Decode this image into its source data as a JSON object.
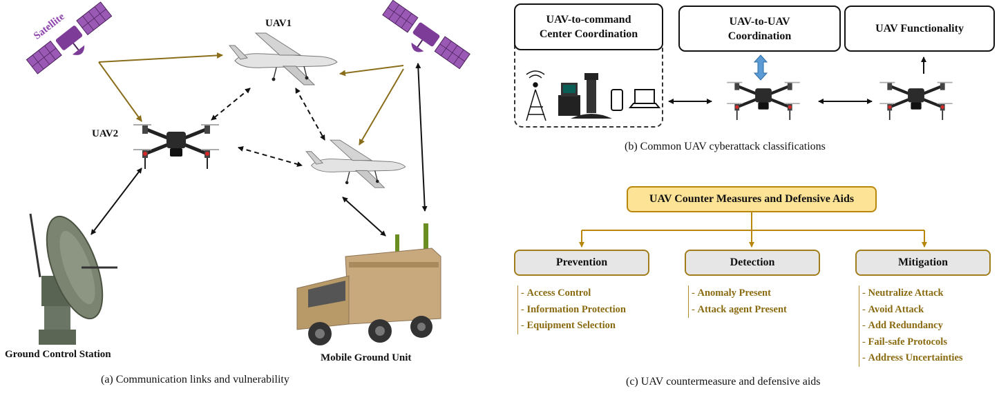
{
  "panel_a": {
    "satellite_label": "Satellite",
    "uav1_label": "UAV1",
    "uav2_label": "UAV2",
    "gcs_label": "Ground Control Station",
    "mgu_label": "Mobile Ground Unit",
    "caption": "(a) Communication links and vulnerability"
  },
  "panel_b": {
    "box1": "UAV-to-command Center Coordination",
    "box2": "UAV-to-UAV Coordination",
    "box3": "UAV Functionality",
    "caption": "(b) Common UAV cyberattack classifications"
  },
  "panel_c": {
    "title": "UAV Counter Measures and Defensive Aids",
    "categories": [
      {
        "name": "Prevention",
        "items": [
          "Access Control",
          "Information Protection",
          "Equipment Selection"
        ]
      },
      {
        "name": "Detection",
        "items": [
          "Anomaly Present",
          "Attack agent Present"
        ]
      },
      {
        "name": "Mitigation",
        "items": [
          "Neutralize Attack",
          "Avoid Attack",
          "Add Redundancy",
          "Fail-safe Protocols",
          "Address Uncertainties"
        ]
      }
    ],
    "caption": "(c) UAV countermeasure and defensive aids"
  },
  "colors": {
    "link_gold": "#8a6d1a",
    "satellite_purple": "#8e44ad",
    "title_fill": "#fde396",
    "item_gold": "#8a6a10"
  }
}
